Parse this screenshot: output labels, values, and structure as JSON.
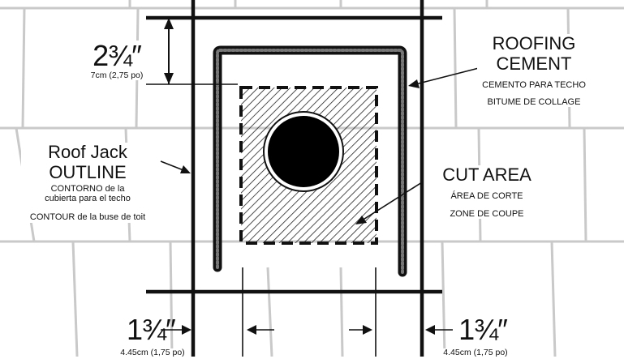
{
  "labels": {
    "top_measure": {
      "value": "2¾″",
      "metric": "7cm (2,75 po)"
    },
    "roofing_cement": {
      "title_line1": "ROOFING",
      "title_line2": "CEMENT",
      "spanish": "CEMENTO PARA TECHO",
      "french": "BITUME DE COLLAGE"
    },
    "roof_jack": {
      "title_line1": "Roof Jack",
      "title_line2": "OUTLINE",
      "spanish_line1": "CONTORNO de la",
      "spanish_line2": "cubierta para el techo",
      "french": "CONTOUR de la buse de toit"
    },
    "cut_area": {
      "title": "CUT AREA",
      "spanish": "ÁREA DE CORTE",
      "french": "ZONE DE COUPE"
    },
    "left_measure": {
      "value": "1¾″",
      "metric": "4.45cm (1,75 po)"
    },
    "right_measure": {
      "value": "1¾″",
      "metric": "4.45cm (1,75 po)"
    }
  },
  "colors": {
    "line": "#111111",
    "shingle": "#c9c9c9",
    "background": "#ffffff",
    "hole": "#000000"
  }
}
